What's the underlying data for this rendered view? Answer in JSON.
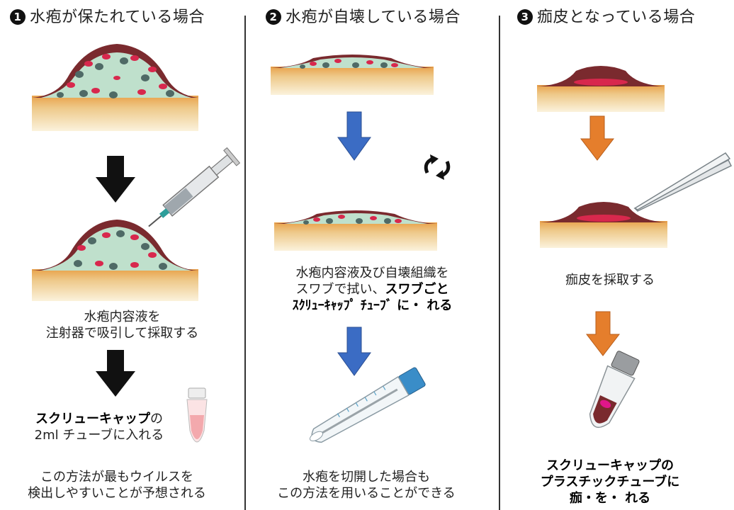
{
  "columns": [
    {
      "number": "1",
      "title": "水疱が保たれている場合",
      "step_text_1": "水疱内容液を",
      "step_text_2": "注射器で吸引して採取する",
      "container_bold": "スクリューキャップ",
      "container_rest": "の",
      "container_line2": "2ml チューブに入れる",
      "note_1": "この方法が最もウイルスを",
      "note_2": "検出しやすいことが予想される",
      "arrow_color": "#111111"
    },
    {
      "number": "2",
      "title": "水疱が自壊している場合",
      "step_text_1": "水疱内容液及び自壊組織を",
      "step_text_2_plain": "スワブで拭い、",
      "step_text_2_bold": "スワブごと",
      "step_text_3": "ｽｸﾘｭｰｷｬｯﾌﾟ ﾁｭｰﾌﾞ に・ れる",
      "note_1": "水疱を切開した場合も",
      "note_2": "この方法を用いることができる",
      "arrow_color": "#3b6cc4"
    },
    {
      "number": "3",
      "title": "痂皮となっている場合",
      "step_text_1": "痂皮を採取する",
      "final_1": "スクリューキャップの",
      "final_2": "プラスチックチューブに",
      "final_3": "痂・を・ れる",
      "arrow_color": "#e57e2c"
    }
  ],
  "colors": {
    "skin_top": "#e9d27a",
    "skin_bottom": "#fbf2dc",
    "blister_fluid": "#bfe0cc",
    "cell_red": "#d8284d",
    "cell_gray": "#4f6a66",
    "crust": "#7a2a2e"
  },
  "icons": {
    "rotate": "rotate-arrows-icon"
  }
}
